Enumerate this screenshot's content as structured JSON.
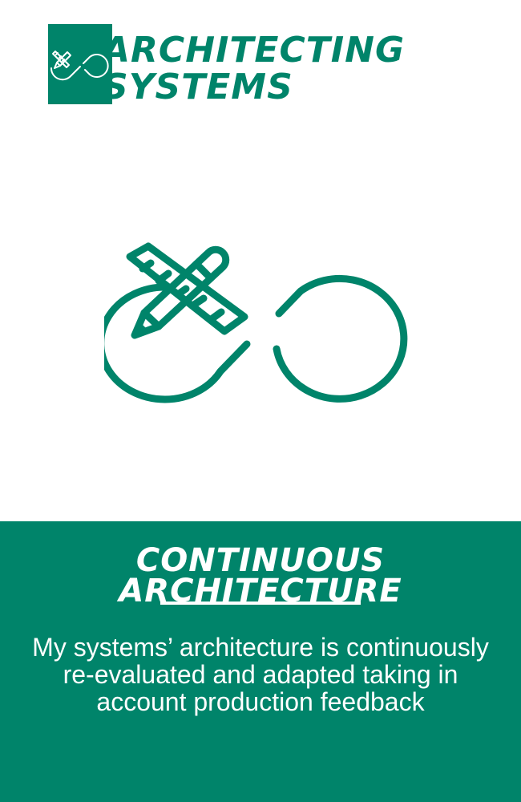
{
  "brand": {
    "logo_icon": "pencil-ruler-infinity-icon",
    "title_line1": "ARCHITECTING",
    "title_line2": "SYSTEMS"
  },
  "hero": {
    "icon": "pencil-ruler-infinity-icon"
  },
  "feature": {
    "title_line1": "CONTINUOUS",
    "title_line2": "ARCHITECTURE",
    "description_line1": "My systems’ architecture is continuously",
    "description_line2": "re-evaluated and adapted taking in",
    "description_line3": "account production feedback"
  },
  "colors": {
    "brand_green": "#00846a",
    "background": "#ffffff",
    "panel_text": "#ffffff"
  }
}
